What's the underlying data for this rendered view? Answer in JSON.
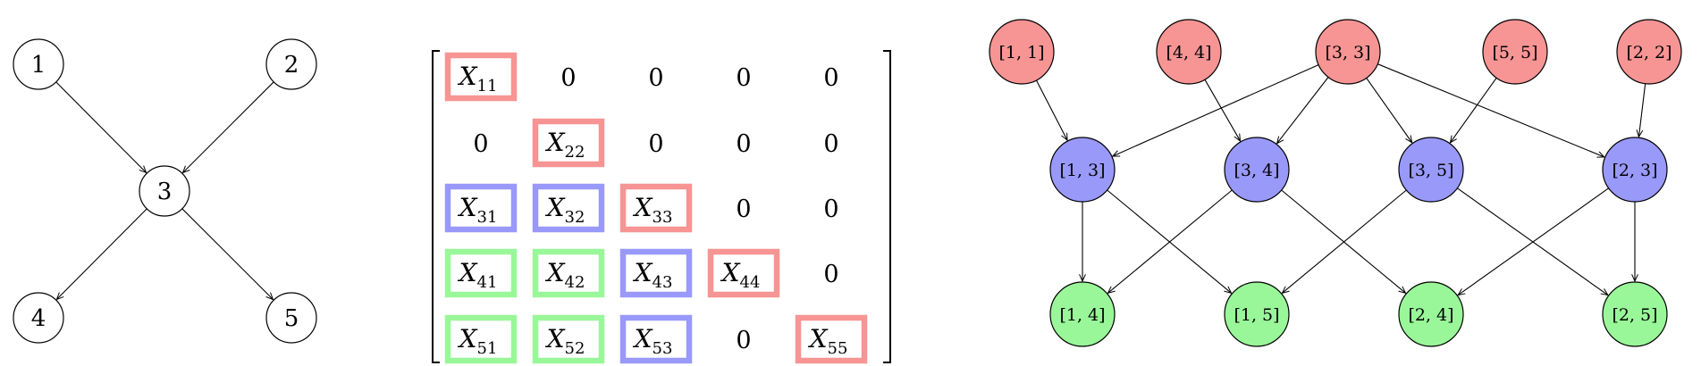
{
  "colors": {
    "red": "#F79494",
    "blue": "#9999FA",
    "green": "#99F799",
    "white": "#FFFFFF",
    "stroke": "#000000"
  },
  "graph_left": {
    "nodes": [
      {
        "id": "1",
        "label": "1"
      },
      {
        "id": "2",
        "label": "2"
      },
      {
        "id": "3",
        "label": "3"
      },
      {
        "id": "4",
        "label": "4"
      },
      {
        "id": "5",
        "label": "5"
      }
    ],
    "edges": [
      [
        "1",
        "3"
      ],
      [
        "2",
        "3"
      ],
      [
        "3",
        "4"
      ],
      [
        "3",
        "5"
      ]
    ]
  },
  "matrix": {
    "rows": [
      [
        {
          "base": "X",
          "sub": "11",
          "color": "red"
        },
        {
          "text": "0"
        },
        {
          "text": "0"
        },
        {
          "text": "0"
        },
        {
          "text": "0"
        }
      ],
      [
        {
          "text": "0"
        },
        {
          "base": "X",
          "sub": "22",
          "color": "red"
        },
        {
          "text": "0"
        },
        {
          "text": "0"
        },
        {
          "text": "0"
        }
      ],
      [
        {
          "base": "X",
          "sub": "31",
          "color": "blue"
        },
        {
          "base": "X",
          "sub": "32",
          "color": "blue"
        },
        {
          "base": "X",
          "sub": "33",
          "color": "red"
        },
        {
          "text": "0"
        },
        {
          "text": "0"
        }
      ],
      [
        {
          "base": "X",
          "sub": "41",
          "color": "green"
        },
        {
          "base": "X",
          "sub": "42",
          "color": "green"
        },
        {
          "base": "X",
          "sub": "43",
          "color": "blue"
        },
        {
          "base": "X",
          "sub": "44",
          "color": "red"
        },
        {
          "text": "0"
        }
      ],
      [
        {
          "base": "X",
          "sub": "51",
          "color": "green"
        },
        {
          "base": "X",
          "sub": "52",
          "color": "green"
        },
        {
          "base": "X",
          "sub": "53",
          "color": "blue"
        },
        {
          "text": "0"
        },
        {
          "base": "X",
          "sub": "55",
          "color": "red"
        }
      ]
    ]
  },
  "graph_right": {
    "nodes": [
      {
        "id": "11",
        "label": "[1, 1]",
        "color": "red"
      },
      {
        "id": "44",
        "label": "[4, 4]",
        "color": "red"
      },
      {
        "id": "33",
        "label": "[3, 3]",
        "color": "red"
      },
      {
        "id": "55",
        "label": "[5, 5]",
        "color": "red"
      },
      {
        "id": "22",
        "label": "[2, 2]",
        "color": "red"
      },
      {
        "id": "13",
        "label": "[1, 3]",
        "color": "blue"
      },
      {
        "id": "34",
        "label": "[3, 4]",
        "color": "blue"
      },
      {
        "id": "35",
        "label": "[3, 5]",
        "color": "blue"
      },
      {
        "id": "23",
        "label": "[2, 3]",
        "color": "blue"
      },
      {
        "id": "14",
        "label": "[1, 4]",
        "color": "green"
      },
      {
        "id": "15",
        "label": "[1, 5]",
        "color": "green"
      },
      {
        "id": "24",
        "label": "[2, 4]",
        "color": "green"
      },
      {
        "id": "25",
        "label": "[2, 5]",
        "color": "green"
      }
    ],
    "edges": [
      [
        "11",
        "13"
      ],
      [
        "44",
        "34"
      ],
      [
        "33",
        "13"
      ],
      [
        "33",
        "34"
      ],
      [
        "33",
        "35"
      ],
      [
        "33",
        "23"
      ],
      [
        "55",
        "35"
      ],
      [
        "22",
        "23"
      ],
      [
        "13",
        "14"
      ],
      [
        "13",
        "15"
      ],
      [
        "34",
        "14"
      ],
      [
        "34",
        "24"
      ],
      [
        "35",
        "15"
      ],
      [
        "35",
        "25"
      ],
      [
        "23",
        "24"
      ],
      [
        "23",
        "25"
      ]
    ]
  }
}
